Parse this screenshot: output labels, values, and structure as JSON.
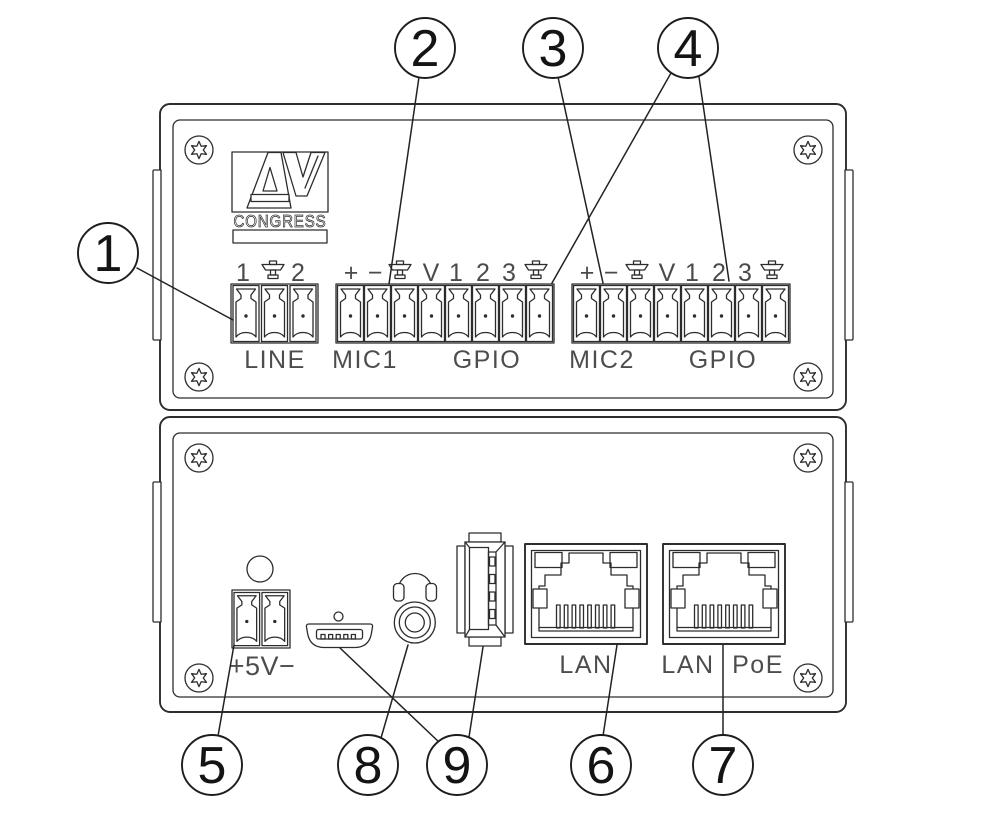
{
  "colors": {
    "background": "#ffffff",
    "line": "#2d2d2d",
    "label": "#4d4d4d",
    "callout": "#141414"
  },
  "logo": {
    "monogram": "AV",
    "brand": "CONGRESS"
  },
  "top_panel": {
    "line": {
      "pins": [
        "1",
        "2"
      ],
      "label": "LINE"
    },
    "mic1": {
      "pins": [
        "+",
        "−",
        "V",
        "1",
        "2",
        "3"
      ],
      "label": "MIC1",
      "gpio_label": "GPIO"
    },
    "mic2": {
      "pins": [
        "+",
        "−",
        "V",
        "1",
        "2",
        "3"
      ],
      "label": "MIC2",
      "gpio_label": "GPIO"
    }
  },
  "bottom_panel": {
    "power_label": "+5V−",
    "lan_label": "LAN",
    "lan_poe": {
      "lan": "LAN",
      "poe": "PoE"
    }
  },
  "callouts": {
    "c1": "1",
    "c2": "2",
    "c3": "3",
    "c4": "4",
    "c5": "5",
    "c6": "6",
    "c7": "7",
    "c8": "8",
    "c9": "9"
  }
}
